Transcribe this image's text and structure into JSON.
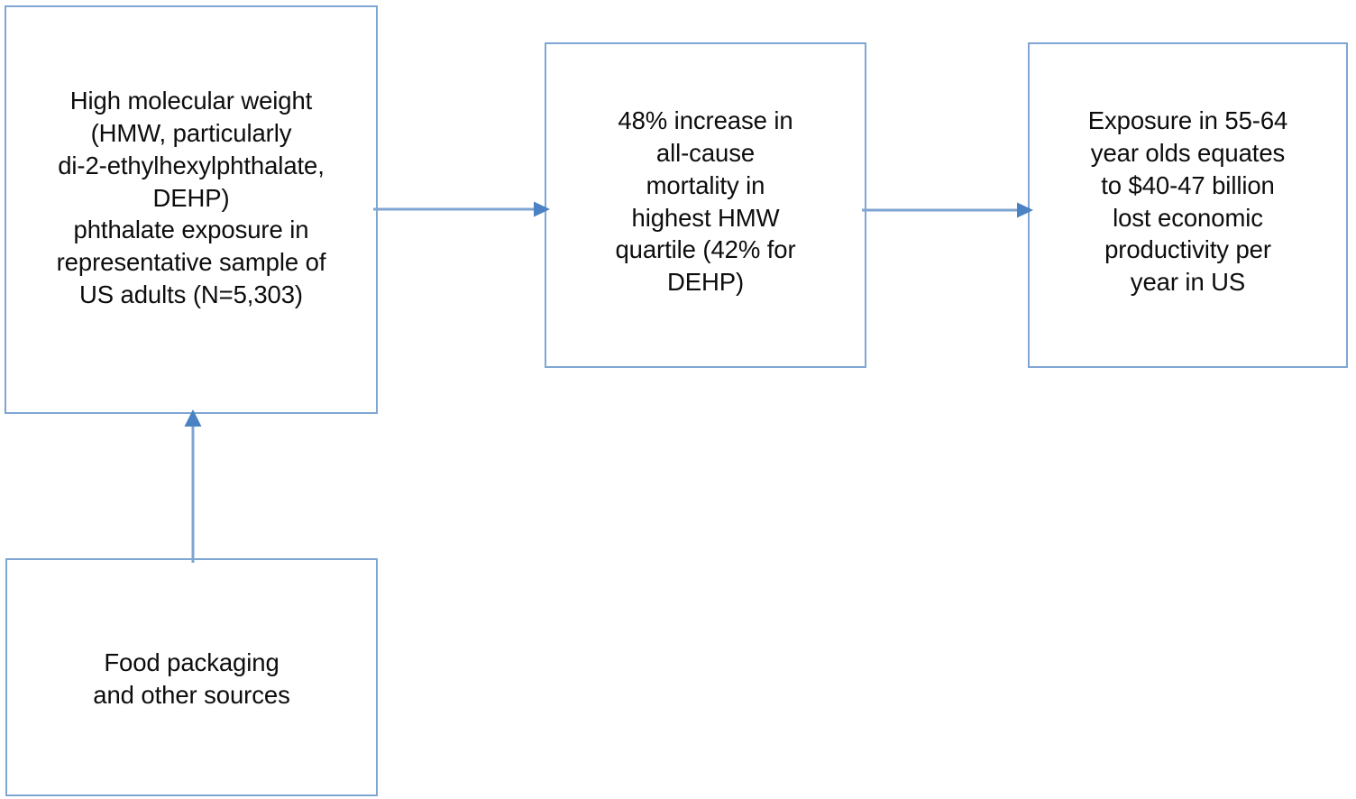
{
  "diagram": {
    "type": "flowchart",
    "title": "",
    "colors": {
      "box_border": "#7FA6D3",
      "arrow_line": "#7FA6D3",
      "arrow_head": "#4A82C4",
      "text": "#0D0D0D",
      "background": "#FFFFFF"
    },
    "nodes": [
      {
        "id": "exposure",
        "name": "hmw-phthalate-exposure-box",
        "text": "High molecular weight\n(HMW, particularly\ndi-2-ethylhexylphthalate,\nDEHP)\nphthalate exposure in\nrepresentative sample of\nUS adults (N=5,303)"
      },
      {
        "id": "mortality",
        "name": "mortality-increase-box",
        "text": "48% increase in\nall-cause\nmortality in\nhighest HMW\nquartile (42% for\nDEHP)"
      },
      {
        "id": "economic",
        "name": "economic-productivity-loss-box",
        "text": "Exposure in 55-64\nyear olds equates\nto $40-47  billion\nlost economic\nproductivity per\nyear in US"
      },
      {
        "id": "source",
        "name": "exposure-source-box",
        "text": "Food packaging\nand other sources"
      }
    ],
    "edges": [
      {
        "id": "exposure-mortality",
        "name": "arrow-exposure-to-mortality",
        "from": "exposure",
        "to": "mortality",
        "direction": "right",
        "label": ""
      },
      {
        "id": "mortality-economic",
        "name": "arrow-mortality-to-economic",
        "from": "mortality",
        "to": "economic",
        "direction": "right",
        "label": ""
      },
      {
        "id": "source-exposure",
        "name": "arrow-source-to-exposure",
        "from": "source",
        "to": "exposure",
        "direction": "up",
        "label": ""
      }
    ]
  }
}
